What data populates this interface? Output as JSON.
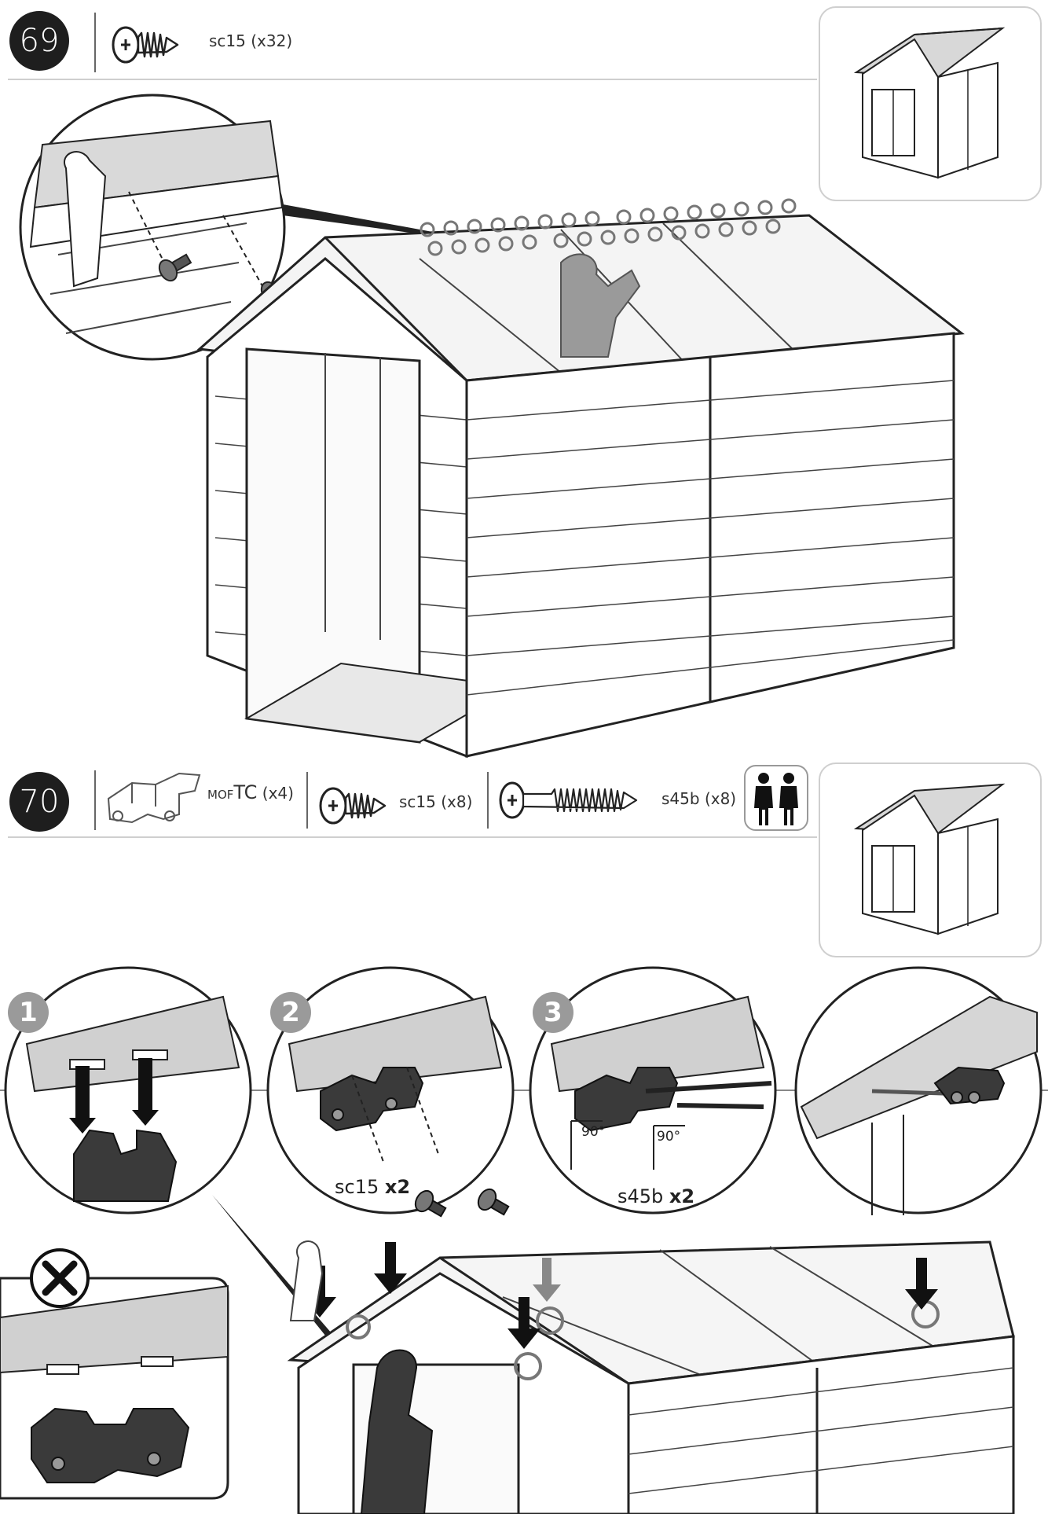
{
  "step69": {
    "number": "69",
    "hardware": {
      "code": "sc15",
      "qty": "(x32)",
      "icon": "screw-icon"
    }
  },
  "step70": {
    "number": "70",
    "hardware": [
      {
        "prefix": "MOF",
        "code": "TC",
        "qty": "(x4)",
        "icon": "bracket-icon"
      },
      {
        "code": "sc15",
        "qty": "(x8)",
        "icon": "screw-icon"
      },
      {
        "code": "s45b",
        "qty": "(x8)",
        "icon": "long-screw-icon"
      }
    ],
    "people_icon": "two-people-icon",
    "substeps": [
      {
        "num": "1"
      },
      {
        "num": "2",
        "caption_code": "sc15",
        "caption_qty": "x2"
      },
      {
        "num": "3",
        "caption_code": "s45b",
        "caption_qty": "x2",
        "angles": [
          "90°",
          "90°"
        ]
      }
    ],
    "wrong_mark_icon": "x-mark-icon"
  },
  "colors": {
    "badge": "#1e1e1e",
    "rule": "#cfcfcf",
    "part": "#3a3a3a",
    "substep_badge": "#9a9a9a"
  }
}
